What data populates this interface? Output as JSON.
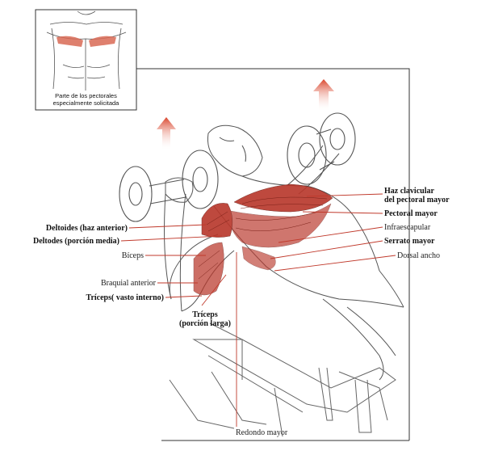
{
  "inset": {
    "caption_line1": "Parte de los pectorales",
    "caption_line2": "especialmente solicitada"
  },
  "labels": {
    "haz_clavicular_1": "Haz clavicular",
    "haz_clavicular_2": "del pectoral mayor",
    "pectoral_mayor": "Pectoral mayor",
    "infraescapular": "Infraescapular",
    "serrato_mayor": "Serrato mayor",
    "dorsal_ancho": "Dorsal ancho",
    "deltoides_anterior": "Deltoides (haz anterior)",
    "deltoides_media": "Deltodes (porción media)",
    "biceps": "Bíceps",
    "braquial_anterior": "Braquial anterior",
    "triceps_interno": "Tríceps( vasto interno)",
    "triceps_larga_1": "Tríceps",
    "triceps_larga_2": "(porción larga)",
    "redondo_mayor": "Redondo mayor"
  },
  "colors": {
    "leader_line": "#c0392b",
    "muscle": "#b8362a",
    "arrow": "#d9442b"
  }
}
